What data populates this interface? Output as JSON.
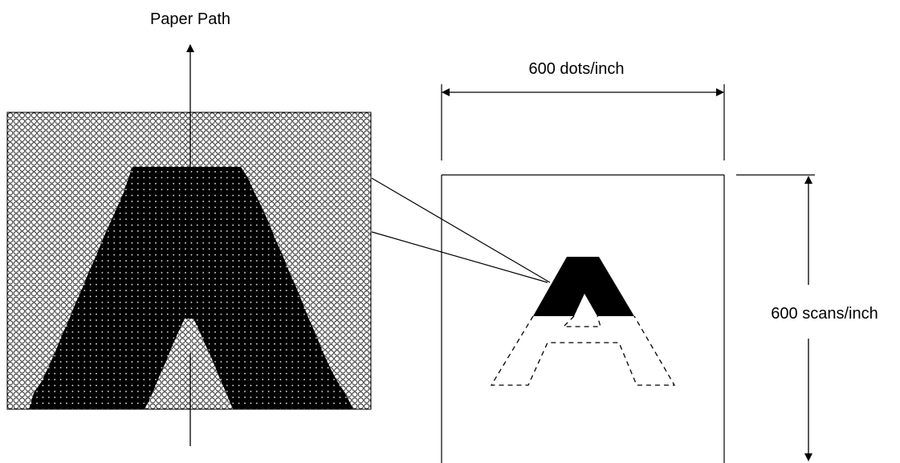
{
  "labels": {
    "paper_path": "Paper Path",
    "horizontal_resolution": "600 dots/inch",
    "vertical_resolution": "600 scans/inch"
  },
  "colors": {
    "ink": "#000000",
    "paper": "#ffffff"
  }
}
